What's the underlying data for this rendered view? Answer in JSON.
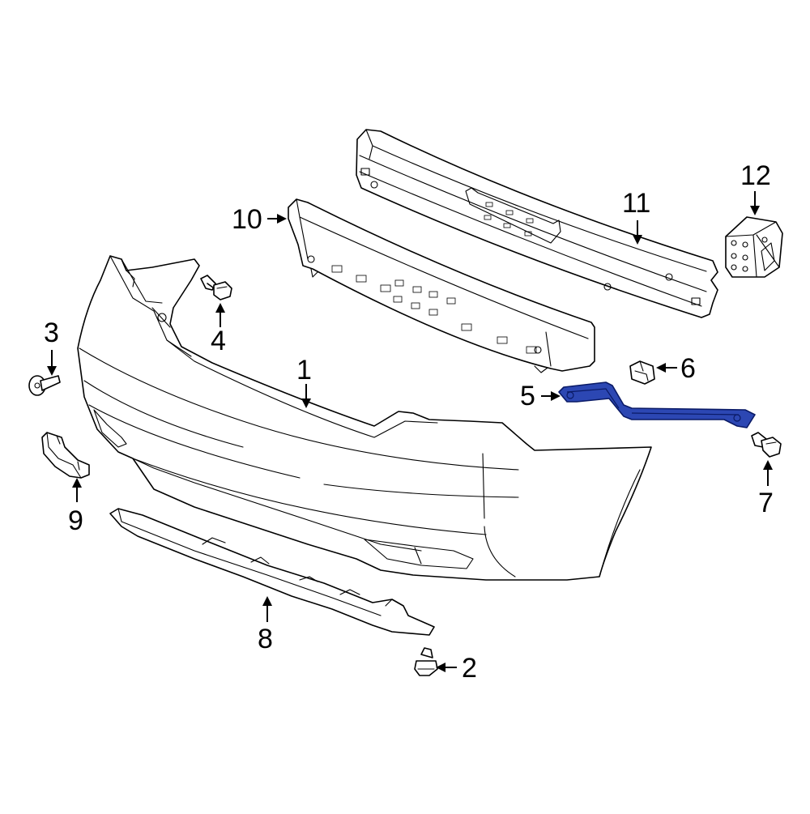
{
  "diagram": {
    "highlight_color": "#2c47b3",
    "callouts": [
      {
        "id": "1",
        "label": "1",
        "part": "bumper-cover"
      },
      {
        "id": "2",
        "label": "2",
        "part": "push-clip"
      },
      {
        "id": "3",
        "label": "3",
        "part": "screw"
      },
      {
        "id": "4",
        "label": "4",
        "part": "bolt"
      },
      {
        "id": "5",
        "label": "5",
        "part": "side-support-bracket"
      },
      {
        "id": "6",
        "label": "6",
        "part": "retainer-nut"
      },
      {
        "id": "7",
        "label": "7",
        "part": "bolt"
      },
      {
        "id": "8",
        "label": "8",
        "part": "lower-valance"
      },
      {
        "id": "9",
        "label": "9",
        "part": "side-spacer"
      },
      {
        "id": "10",
        "label": "10",
        "part": "energy-absorber"
      },
      {
        "id": "11",
        "label": "11",
        "part": "reinforcement-beam"
      },
      {
        "id": "12",
        "label": "12",
        "part": "mount-bracket"
      }
    ]
  }
}
